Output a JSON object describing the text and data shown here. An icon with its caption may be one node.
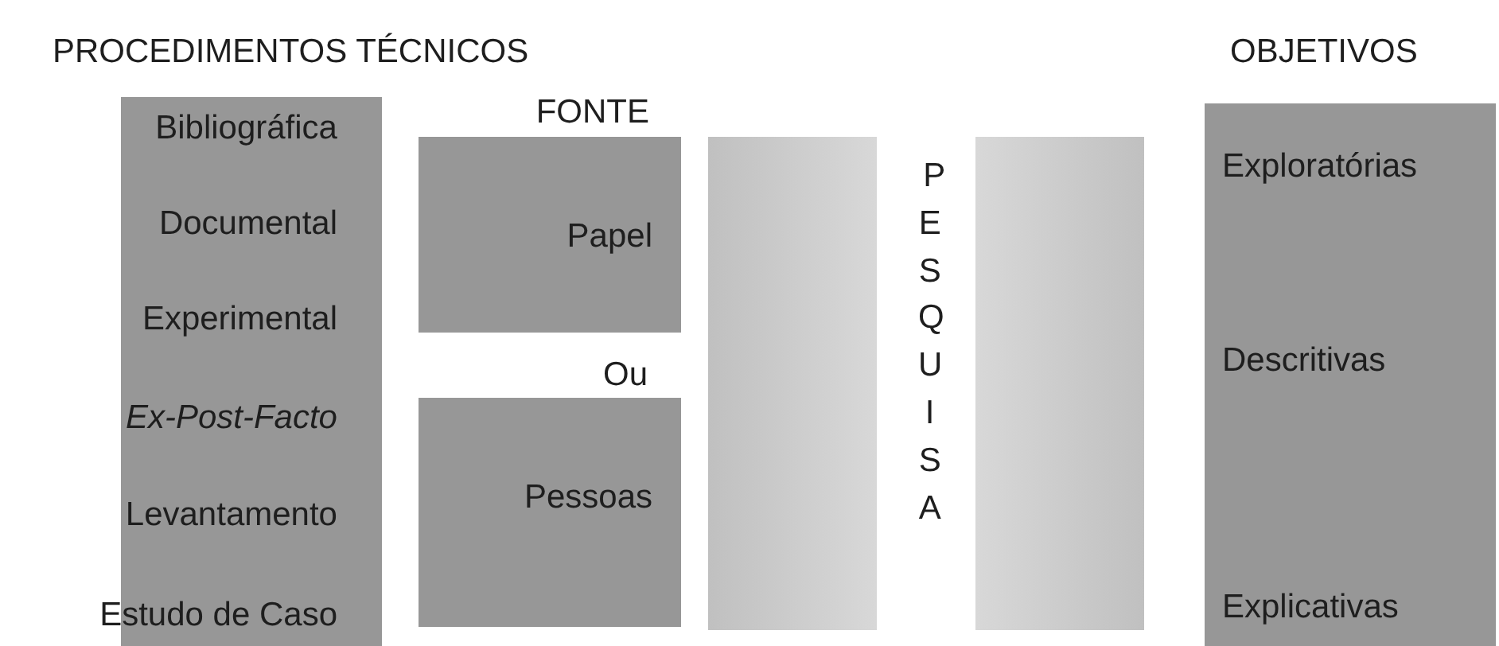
{
  "diagram": {
    "nodes": [
      {
        "text": [],
        "shape": "bar"
      },
      {
        "text": [
          "Papel"
        ]
      },
      {
        "text": [
          "Pessoas"
        ]
      },
      {
        "text": [],
        "shape": "bar"
      },
      {
        "text": [],
        "shape": "bar"
      },
      {
        "text": [
          "Exploratórias",
          "Descritivas",
          "Explicativas"
        ]
      }
    ],
    "labels": [
      "PROCEDIMENTOS TÉCNICOS",
      "OBJETIVOS",
      "Bibliográfica",
      "Documental",
      "Experimental",
      "Ex-Post-Facto",
      "Levantamento",
      "Estudo de Caso",
      "FONTE",
      "Ou",
      "PESQUISA"
    ]
  }
}
